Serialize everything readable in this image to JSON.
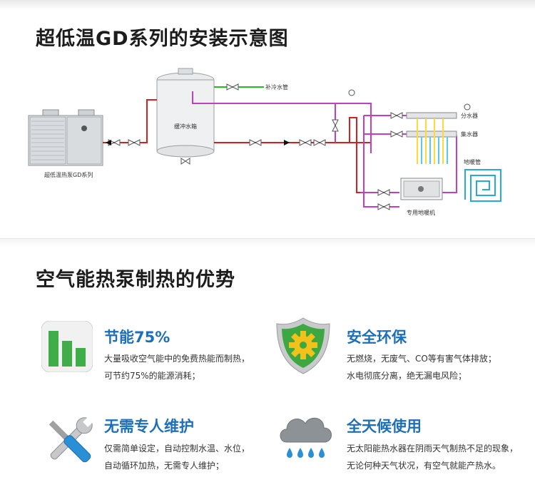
{
  "install": {
    "title": "超低温GD系列的安装示意图",
    "labels": {
      "makeup_water": "补冷水管",
      "buffer_tank": "缓冲水箱",
      "unit": "超低温热泵GD系列",
      "water_distributor": "分水器",
      "water_collector": "集水器",
      "floor_pipe": "地暖管",
      "floor_heater": "专用地暖机"
    }
  },
  "advantages": {
    "title": "空气能热泵制热的优势",
    "items": [
      {
        "title": "节能75%",
        "lines": [
          "大量吸收空气能中的免费热能而制热，",
          "可节约75%的能源消耗；"
        ],
        "icon": "bar-chart-icon"
      },
      {
        "title": "安全环保",
        "lines": [
          "无燃烧，无废气、CO等有害气体排放；",
          "水电彻底分离，绝无漏电风险；"
        ],
        "icon": "shield-gear-icon"
      },
      {
        "title": "无需专人维护",
        "lines": [
          "仅需简单设定，自动控制水温、水位，",
          "自动循环加热，无需专人维护；"
        ],
        "icon": "wrench-screwdriver-icon"
      },
      {
        "title": "全天候使用",
        "lines": [
          "无太阳能热水器在阴雨天气制热不足的现象，",
          "无论何种天气状况，有空气就能产热水。"
        ],
        "icon": "rain-cloud-icon"
      }
    ]
  },
  "colors": {
    "accent": "#1d6fb8",
    "hot_pipe": "#d42020",
    "return_pipe": "#c040c0",
    "cold_pipe": "#22bb22"
  }
}
